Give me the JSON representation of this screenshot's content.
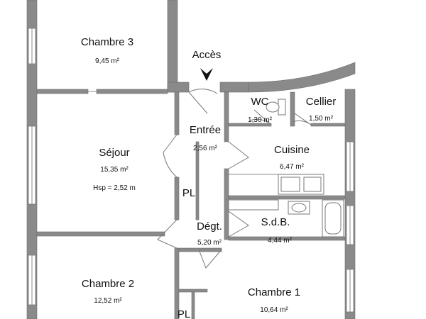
{
  "access": {
    "label": "Accès",
    "arrow_icon": "arrow-down-icon"
  },
  "rooms": {
    "chambre3": {
      "name": "Chambre 3",
      "area": "9,45 m²"
    },
    "wc": {
      "name": "WC",
      "area": "1,30 m²"
    },
    "cellier": {
      "name": "Cellier",
      "area": "1,50 m²"
    },
    "entree": {
      "name": "Entrée",
      "area": "2,56 m²"
    },
    "cuisine": {
      "name": "Cuisine",
      "area": "6,47 m²"
    },
    "sejour": {
      "name": "Séjour",
      "area": "15,35 m²",
      "hsp": "Hsp = 2,52 m"
    },
    "pl1": {
      "name": "PL"
    },
    "degt": {
      "name": "Dégt.",
      "area": "5,20 m²"
    },
    "sdb": {
      "name": "S.d.B.",
      "area": "4,44 m²"
    },
    "chambre2": {
      "name": "Chambre 2",
      "area": "12,52 m²"
    },
    "chambre1": {
      "name": "Chambre 1",
      "area": "10,64 m²"
    },
    "pl2": {
      "name": "PL"
    }
  }
}
